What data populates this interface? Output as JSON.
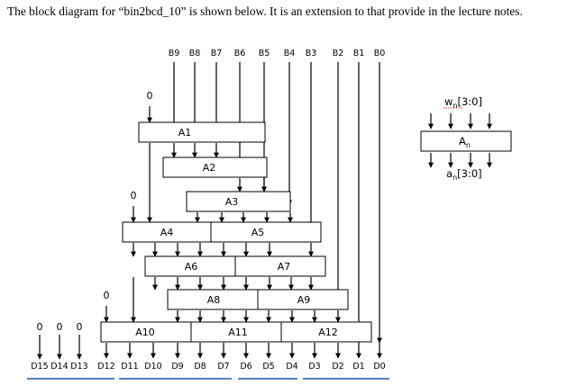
{
  "paragraph": "The block diagram for “bin2bcd_10” is shown below. It is an extension to that provide in the lecture notes.",
  "input_bits": [
    "B9",
    "B8",
    "B7",
    "B6",
    "B5",
    "B4",
    "B3",
    "B2",
    "B1",
    "B0"
  ],
  "zero_label": "0",
  "blocks": [
    "A1",
    "A2",
    "A3",
    "A4",
    "A5",
    "A6",
    "A7",
    "A8",
    "A9",
    "A10",
    "A11",
    "A12"
  ],
  "output_bits": [
    "D15",
    "D14",
    "D13",
    "D12",
    "D11",
    "D10",
    "D9",
    "D8",
    "D7",
    "D6",
    "D5",
    "D4",
    "D3",
    "D2",
    "D1",
    "D0"
  ],
  "legend": {
    "input_prefix": "w",
    "input_sub": "n",
    "input_suffix": "[3:0]",
    "block_main": "A",
    "block_sub": "n",
    "output_prefix": "a",
    "output_sub": "n",
    "output_suffix": "[3:0]"
  },
  "colors": {
    "line": "#000000",
    "underline": "#4f81bd"
  }
}
